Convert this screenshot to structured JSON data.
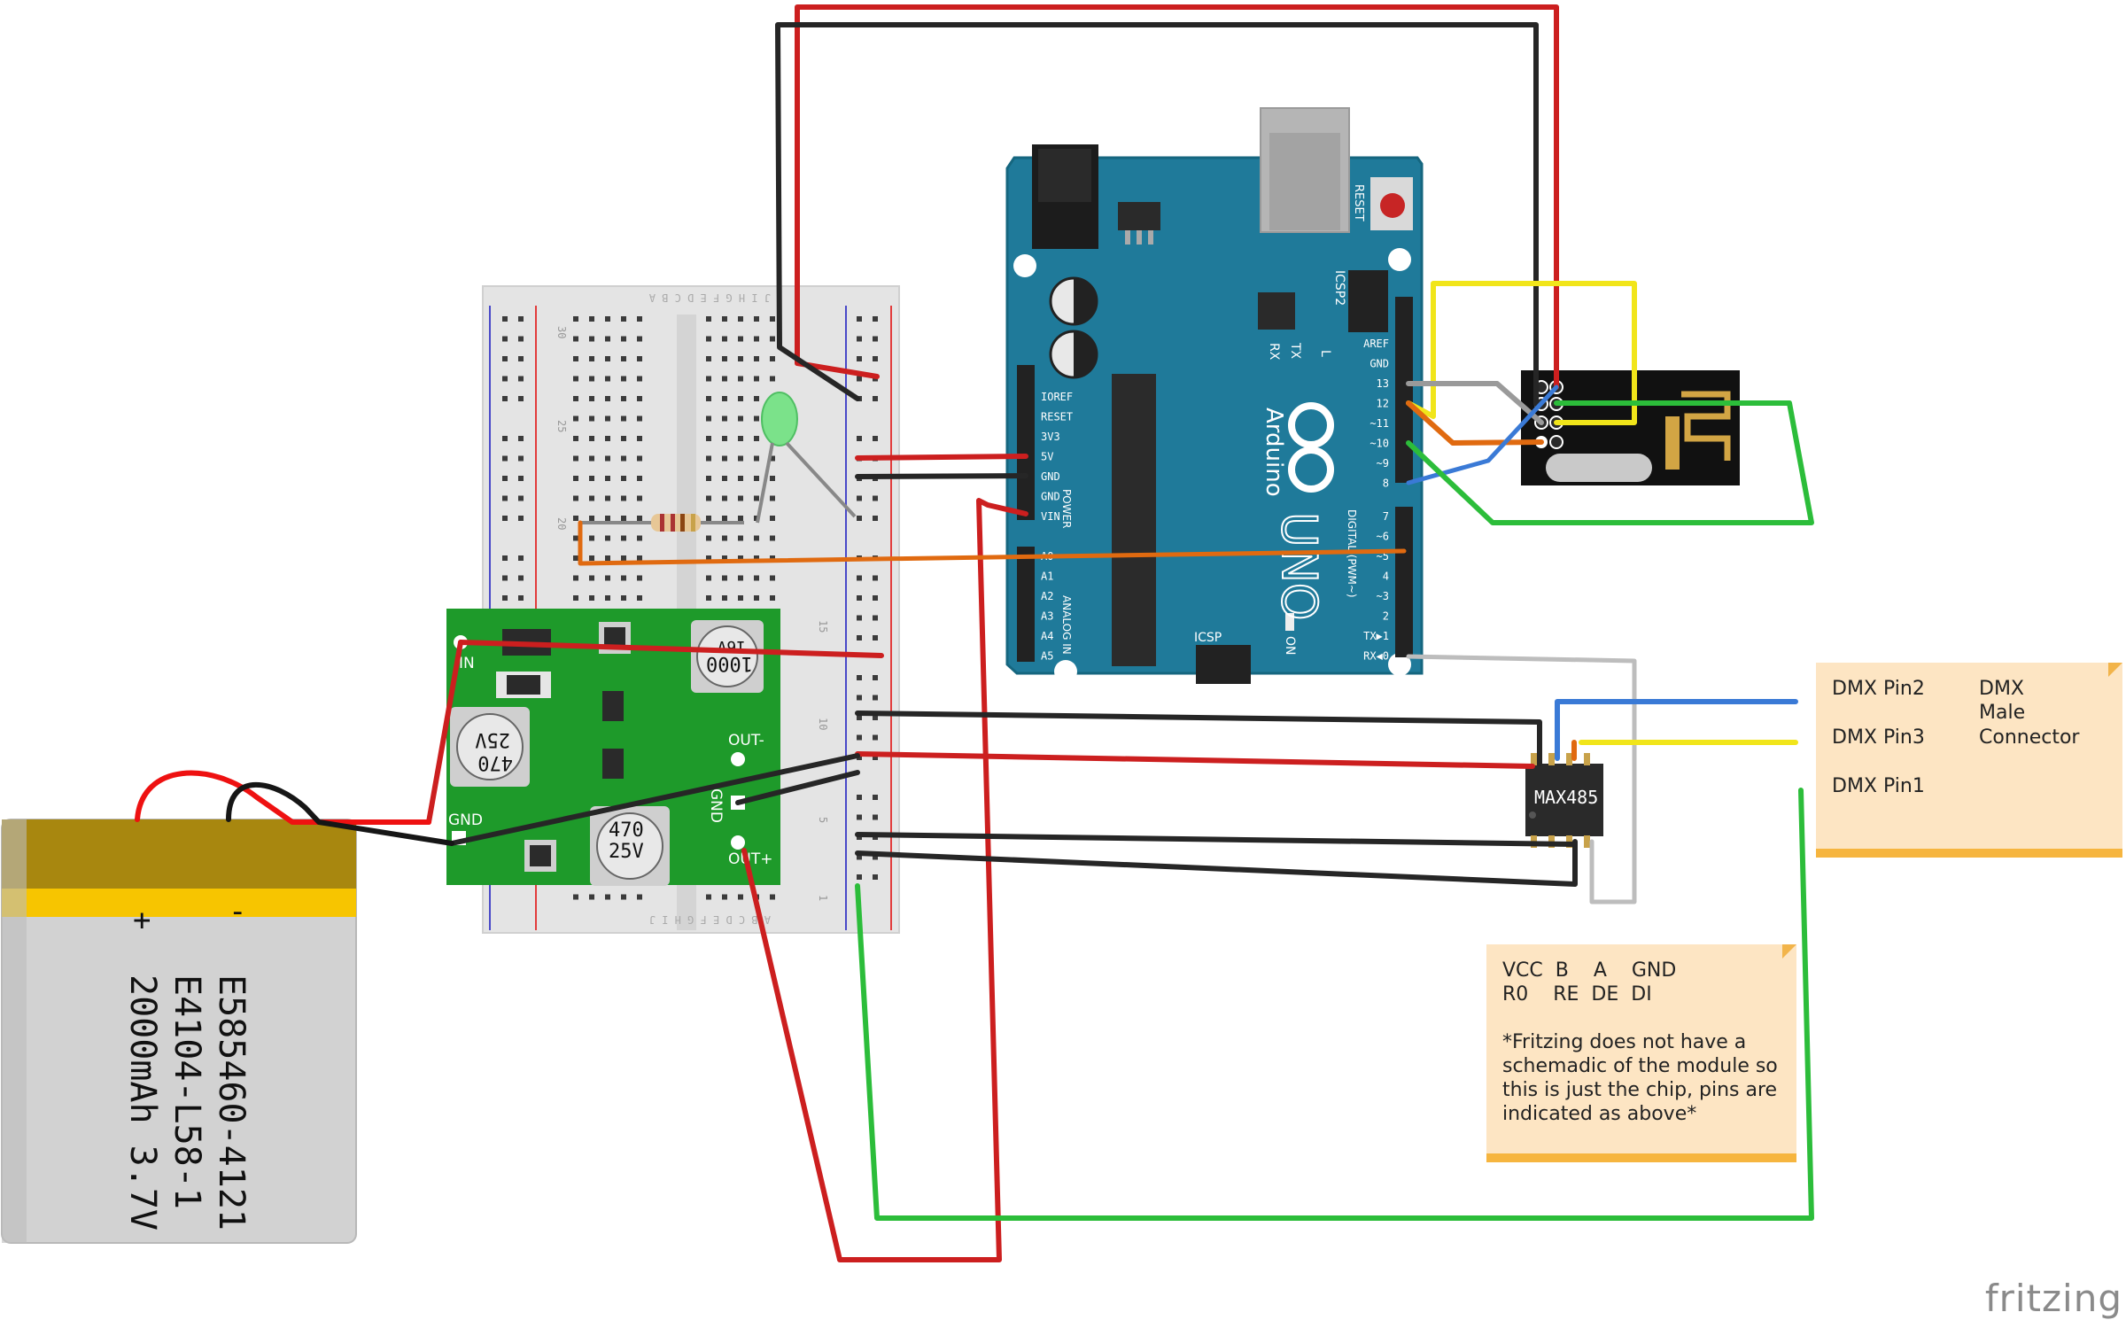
{
  "brand": {
    "logo_text": "fritzing"
  },
  "battery": {
    "minus_label": "-",
    "plus_label": "+",
    "line1": "E585460-4121",
    "line2": "E4104-L58-1",
    "line3": "2000mAh 3.7V"
  },
  "boost_module": {
    "cap_top": "1000",
    "cap_top_rating": "16V",
    "cap_left_value": "470",
    "cap_left_rating": "25V",
    "cap_bottom_value": "470",
    "cap_bottom_rating": "25V",
    "label_in": "IN",
    "label_gnd_left": "GND",
    "label_out_minus": "OUT-",
    "label_gnd_right": "GND",
    "label_out_plus": "OUT+"
  },
  "breadboard": {
    "row_numbers_top": [
      "30",
      "25",
      "20",
      "15",
      "10",
      "5",
      "1"
    ],
    "col_letters_top": "J I H G F   E D C B A",
    "col_letters_bottom": "A B C D E   F G H I J"
  },
  "arduino": {
    "brand": "Arduino",
    "model": "UNO",
    "reset_label": "RESET",
    "icsp2_label": "ICSP2",
    "icsp_label": "ICSP",
    "tx_label": "TX",
    "rx_label": "RX",
    "l_label": "L",
    "on_label": "ON",
    "power_label": "POWER",
    "analog_label": "ANALOG IN",
    "digital_label": "DIGITAL (PWM~)",
    "power_pins": [
      "IOREF",
      "RESET",
      "3V3",
      "5V",
      "GND",
      "GND",
      "VIN"
    ],
    "analog_pins": [
      "A0",
      "A1",
      "A2",
      "A3",
      "A4",
      "A5"
    ],
    "digital_pins_top": [
      "AREF",
      "GND",
      "13",
      "12",
      "~11",
      "~10",
      "~9",
      "8"
    ],
    "digital_pins_bottom": [
      "7",
      "~6",
      "~5",
      "4",
      "~3",
      "2",
      "TX▶1",
      "RX◀0"
    ]
  },
  "chip": {
    "label": "MAX485"
  },
  "note_dmx": {
    "pin2": "DMX Pin2",
    "pin3": "DMX Pin3",
    "pin1": "DMX Pin1",
    "connector_line1": "DMX",
    "connector_line2": "Male",
    "connector_line3": "Connector"
  },
  "note_max485": {
    "pins_top": "VCC  B    A    GND",
    "pins_bottom": "R0    RE  DE  DI",
    "comment1": "*Fritzing does not have a",
    "comment2": "schemadic of the module so",
    "comment3": "this is just the chip, pins are",
    "comment4": "indicated as above*"
  },
  "colors": {
    "wire_red": "#cc1f1f",
    "wire_black": "#262626",
    "wire_green": "#2cbd3a",
    "wire_yellow": "#f1e51a",
    "wire_orange": "#e06a10",
    "wire_blue": "#3a7ad6",
    "wire_grey": "#9a9a9a",
    "arduino_board": "#1f7a9a",
    "module_board": "#1e9a2a",
    "note_fill": "#fde5c3",
    "note_border": "#f6b53f",
    "battery_body": "#d3d3d3",
    "battery_top": "#a8870f",
    "battery_stripe": "#f7c500"
  }
}
